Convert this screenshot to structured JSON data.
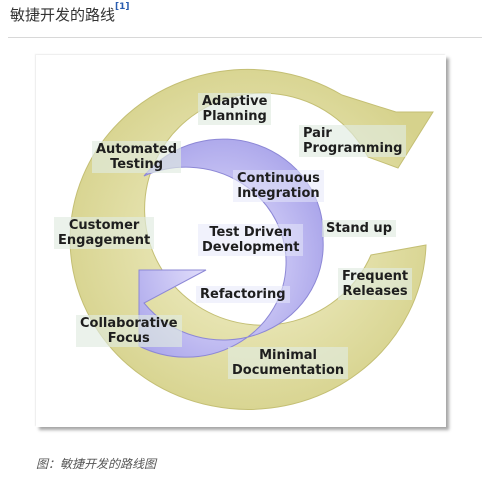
{
  "heading": {
    "title": "敏捷开发的路线",
    "footnote": "[1]"
  },
  "diagram": {
    "outer_labels": {
      "adaptive_planning": [
        "Adaptive",
        "Planning"
      ],
      "pair_programming": [
        "Pair",
        "Programming"
      ],
      "automated_testing": [
        "Automated",
        "Testing"
      ],
      "customer_engagement": [
        "Customer",
        "Engagement"
      ],
      "stand_up": [
        "Stand up"
      ],
      "frequent_releases": [
        "Frequent",
        "Releases"
      ],
      "collaborative_focus": [
        "Collaborative",
        "Focus"
      ],
      "minimal_documentation": [
        "Minimal",
        "Documentation"
      ]
    },
    "inner_labels": {
      "continuous_integration": [
        "Continuous",
        "Integration"
      ],
      "test_driven_development": [
        "Test Driven",
        "Development"
      ],
      "refactoring": [
        "Refactoring"
      ]
    },
    "colors": {
      "outer_cycle": "#dcd99a",
      "inner_cycle": "#b4b0ee",
      "frame_shadow": "#777777"
    }
  },
  "caption": "图：敏捷开发的路线图"
}
